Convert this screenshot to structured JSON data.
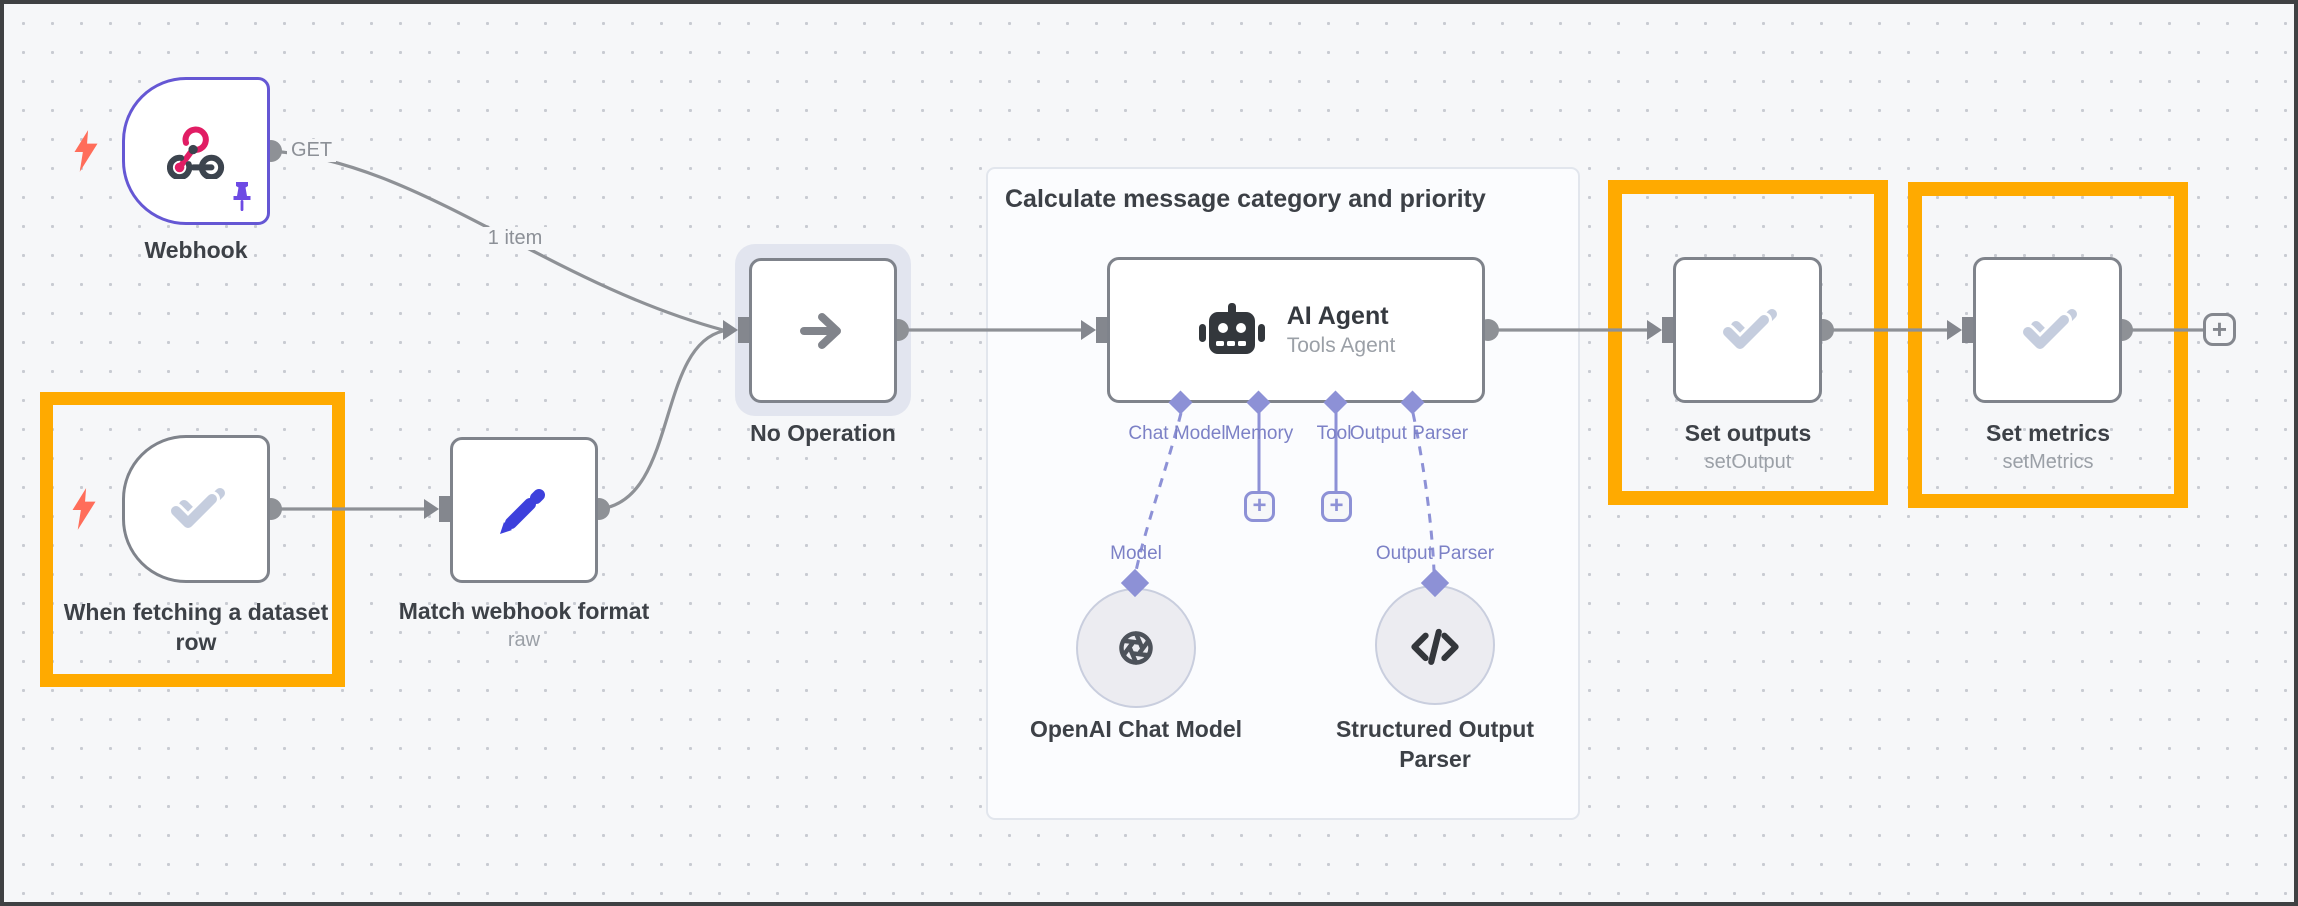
{
  "group": {
    "title": "Calculate message category and priority"
  },
  "edges": {
    "get_label": "GET",
    "items_label": "1 item"
  },
  "nodes": {
    "webhook": {
      "label": "Webhook"
    },
    "when_fetching": {
      "label": "When fetching a dataset row"
    },
    "match_webhook": {
      "label": "Match webhook format",
      "sublabel": "raw"
    },
    "no_operation": {
      "label": "No Operation"
    },
    "ai_agent": {
      "label": "AI Agent",
      "sublabel": "Tools Agent",
      "ports": [
        "Chat Model",
        "Memory",
        "Tool",
        "Output Parser"
      ]
    },
    "openai_model": {
      "label": "OpenAI Chat Model",
      "port": "Model"
    },
    "output_parser": {
      "label": "Structured Output Parser",
      "port": "Output Parser"
    },
    "set_outputs": {
      "label": "Set outputs",
      "sublabel": "setOutput"
    },
    "set_metrics": {
      "label": "Set metrics",
      "sublabel": "setMetrics"
    }
  },
  "glyphs": {
    "plus": "+"
  },
  "colors": {
    "highlight": "#ffaa00",
    "edge": "#8e9196",
    "node_border": "#7f838b",
    "trigger_accent": "#6557d4",
    "ai_port": "#8d91d6",
    "check_icon": "#c5cdde",
    "pencil_icon": "#3d40dc",
    "bolt_icon": "#ff6d5a",
    "webhook_pink": "#e11d64",
    "webhook_dark": "#3c444e",
    "canvas_bg": "#f6f7f9",
    "group_bg": "#fbfcfe"
  }
}
